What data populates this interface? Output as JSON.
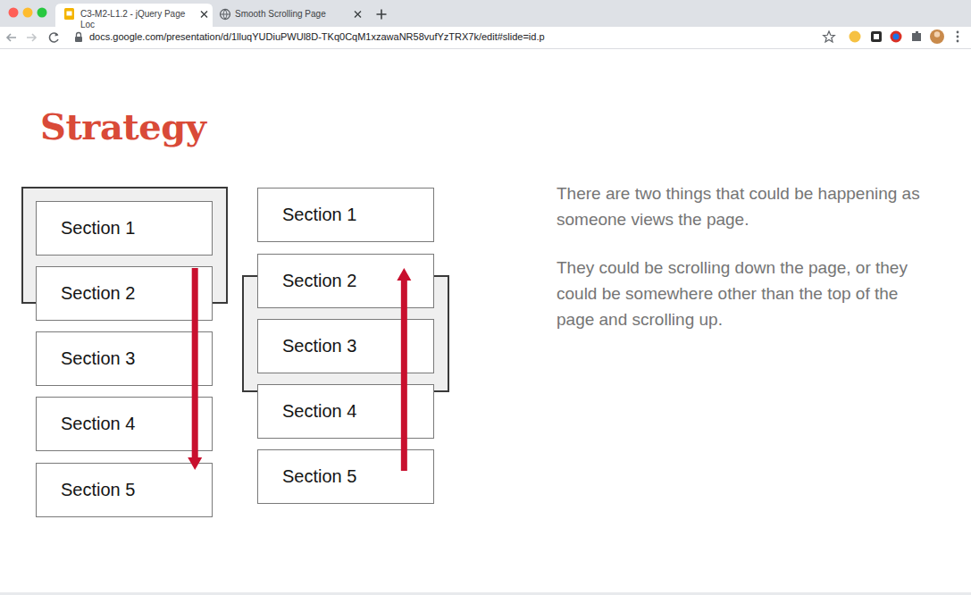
{
  "diagram": {
    "title": "Strategy",
    "nodes": [
      {
        "text": [
          "Section 1"
        ]
      },
      {
        "text": [
          "Section 2"
        ]
      },
      {
        "text": [
          "Section 3"
        ]
      },
      {
        "text": [
          "Section 4"
        ]
      },
      {
        "text": [
          "Section 5"
        ]
      },
      {
        "text": [
          "Section 1"
        ]
      },
      {
        "text": [
          "Section 2"
        ]
      },
      {
        "text": [
          "Section 3"
        ]
      },
      {
        "text": [
          "Section 4"
        ]
      },
      {
        "text": [
          "Section 5"
        ]
      }
    ],
    "edges": [
      {
        "from": 1,
        "to": 4,
        "arrow": "to"
      },
      {
        "from": 9,
        "to": 6,
        "arrow": "to"
      }
    ],
    "labels": [
      "C3-M2-L1.2 - jQuery Page Loc",
      "Smooth Scrolling Page",
      "docs.google.com/presentation/d/1lluqYUDiuPWUl8D-TKq0CqM1xzawaNR58vufYzTRX7k/edit#slide=id.p",
      "There are two things that could be happening as someone views the page.",
      "They could be scrolling down the page, or they could be somewhere other than the top of the page and scrolling up."
    ]
  }
}
